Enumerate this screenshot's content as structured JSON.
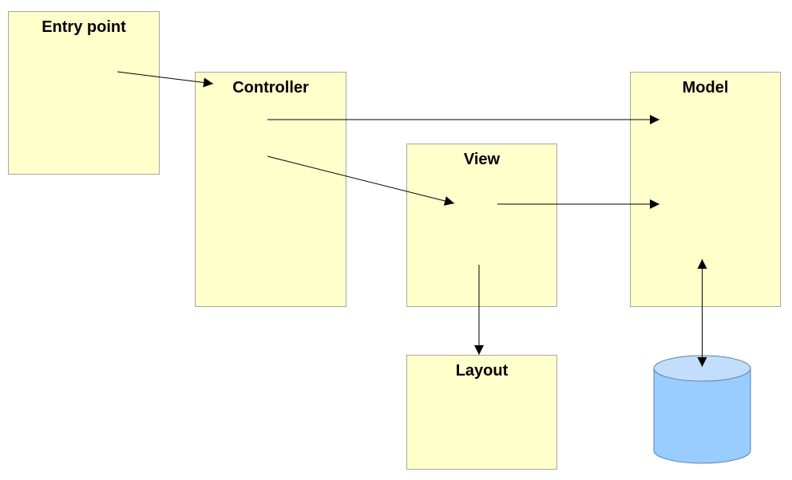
{
  "diagram": {
    "boxes": {
      "entry_point": "Entry point",
      "controller": "Controller",
      "view": "View",
      "model": "Model",
      "layout": "Layout"
    },
    "database": {
      "shape": "cylinder",
      "fill": "#99ccff",
      "top_fill": "#c2defc"
    },
    "colors": {
      "box_fill": "#ffffcc",
      "box_border": "#a8a89a",
      "arrow": "#000000"
    },
    "connections": [
      {
        "from": "Entry point",
        "to": "Controller",
        "type": "arrow"
      },
      {
        "from": "Controller",
        "to": "Model",
        "type": "arrow"
      },
      {
        "from": "Controller",
        "to": "View",
        "type": "arrow"
      },
      {
        "from": "View",
        "to": "Model",
        "type": "arrow"
      },
      {
        "from": "View",
        "to": "Layout",
        "type": "arrow"
      },
      {
        "from": "Model",
        "to": "Database",
        "type": "bidirectional"
      }
    ]
  }
}
